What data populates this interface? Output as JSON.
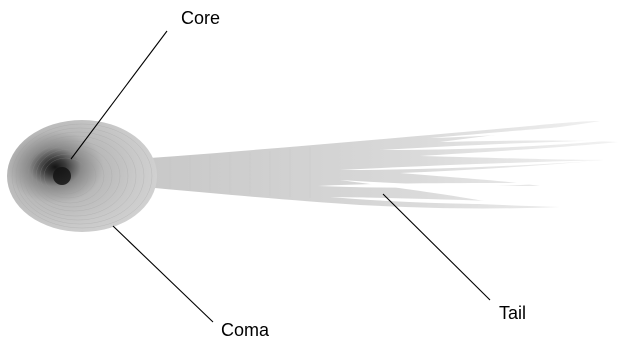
{
  "labels": {
    "core": "Core",
    "coma": "Coma",
    "tail": "Tail"
  },
  "colors": {
    "background": "#ffffff",
    "core_center": "#141414",
    "coma_edge": "#cfcfcf",
    "tail": "#d4d4d4",
    "leader_line": "#000000"
  }
}
